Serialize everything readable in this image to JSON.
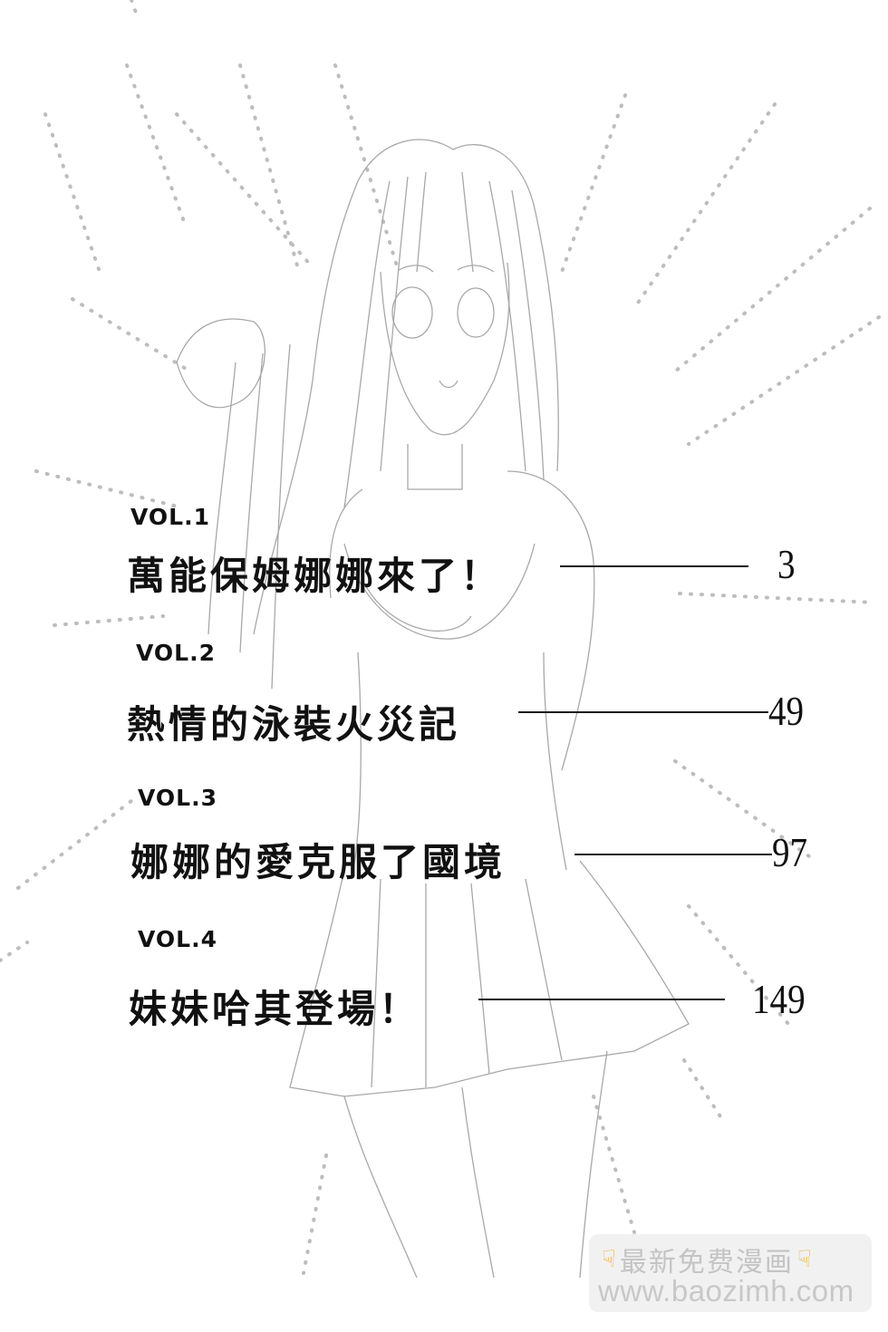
{
  "illustration": {
    "subject": "girl-sketch-with-radiating-dotted-lines"
  },
  "toc": [
    {
      "vol": "VOL.1",
      "title": "萬能保姆娜娜來了！",
      "page": "3"
    },
    {
      "vol": "VOL.2",
      "title": "熱情的泳裝火災記",
      "page": "49"
    },
    {
      "vol": "VOL.3",
      "title": "娜娜的愛克服了國境",
      "page": "97"
    },
    {
      "vol": "VOL.4",
      "title": "妹妹哈其登場！",
      "page": "149"
    }
  ],
  "watermark": {
    "title": "最新免费漫画",
    "url": "www.baozimh.com",
    "icon": "pointing-down-hand-icon",
    "accent": "#f2b233"
  }
}
